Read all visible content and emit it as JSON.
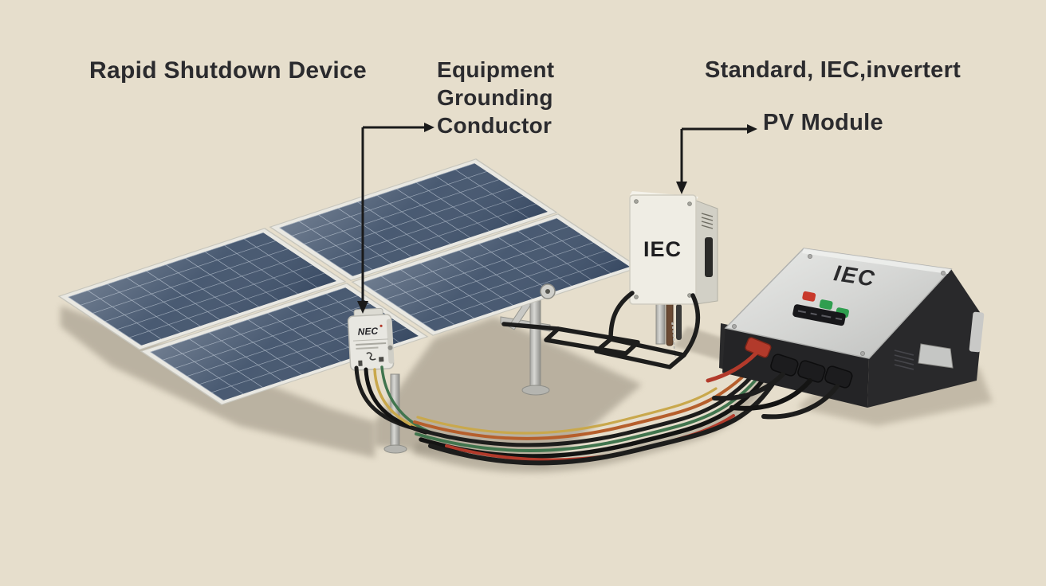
{
  "scene": {
    "description": "Illustration of a solar PV system: four tilted solar panels, a rapid shutdown device on a panel, a wall-mounted junction box, and a string inverter on the ground, connected by black, orange, green and yellow cables",
    "background": "#e6decc"
  },
  "annotations": {
    "rapid_shutdown": "Rapid Shutdown Device",
    "equipment_grounding": "Equipment\nGrounding\nConductor",
    "standard_inverter": "Standard, IEC,invertert",
    "pv_module": "PV Module"
  },
  "devices": {
    "rapid_shutdown_device": {
      "label": "NEC"
    },
    "junction_box": {
      "label": "IEC"
    },
    "inverter": {
      "label": "IEC",
      "leds": [
        "#c8392b",
        "#2f9e4f",
        "#2f9e4f"
      ]
    }
  },
  "colors": {
    "background": "#e6decc",
    "text": "#2b2b2e",
    "panel_blue": "#3f516a",
    "panel_grid": "#b6c2cf",
    "panel_frame": "#e9e8e2",
    "shadow": "#9e9585",
    "cable_black": "#1d1d1c",
    "cable_orange": "#b65f2c",
    "cable_green": "#41754e",
    "cable_yellow": "#c9a84c",
    "cable_red": "#b23a2b",
    "inverter_silver": "#d5d6d4",
    "inverter_dark": "#29292b"
  }
}
